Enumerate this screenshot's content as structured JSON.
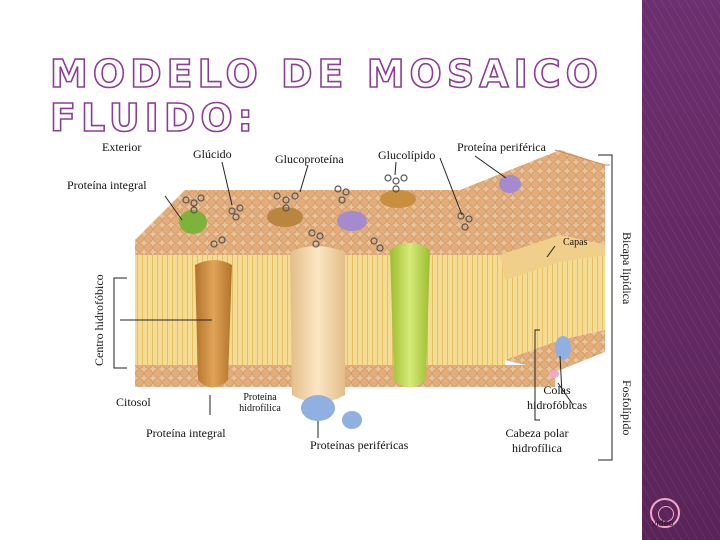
{
  "slide": {
    "title": "MODELO DE MOSAICO FLUIDO:",
    "video_label": "video"
  },
  "labels": {
    "exterior": "Exterior",
    "glucido": "Glúcido",
    "glucoproteina": "Glucoproteína",
    "glucolipido": "Glucolípido",
    "proteina_periferica": "Proteína periférica",
    "proteina_integral_top": "Proteína integral",
    "centro_hidrofobico": "Centro hidrofóbico",
    "capas": "Capas",
    "bicapa_lipidica": "Bicapa lipídica",
    "citosol": "Citosol",
    "proteina_hidrofilica": "Proteína hidrofílica",
    "proteina_integral_bottom": "Proteína integral",
    "proteinas_perifericas": "Proteínas periféricas",
    "colas_hidrofobicas": "Colas hidrofóbicas",
    "cabeza_polar_hidrofilica": "Cabeza polar hidrofílica",
    "fosfolipido": "Fosfolípido"
  },
  "colors": {
    "accent": "#8a3f94",
    "sidebar": "#6d2f6f",
    "lipid_head": "#e8b98a",
    "lipid_tail": "#f3d98c",
    "protein_brown": "#c98a3c",
    "protein_green": "#b7d24a",
    "protein_beige": "#f0d2a4",
    "protein_blue": "#8fb0e0",
    "protein_purple": "#a58ad0"
  }
}
